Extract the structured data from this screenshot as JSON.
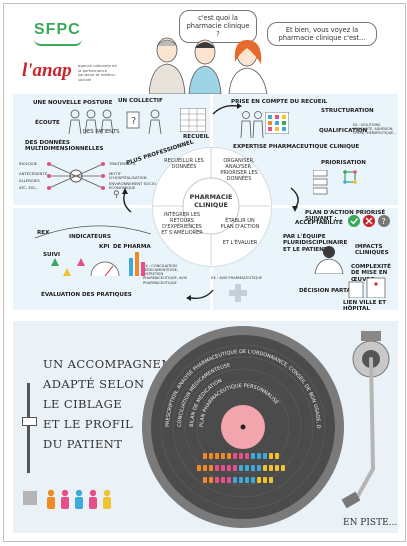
{
  "header": {
    "sfpc_logo": "SFPC",
    "anap_logo": "l'anap",
    "anap_tagline": "agence nationale de la performance sanitaire et médico-sociale",
    "bubble_question": "c'est quoi la pharmacie clinique ?",
    "bubble_answer": "Et bien, vous voyez la pharmacie clinique c'est..."
  },
  "diagram": {
    "center": "PHARMACIE CLINIQUE",
    "center_ring": [
      "RECUEILLIR LES DONNÉES",
      "ORGANISER, ANALYSER, PRIORISER LES DONNÉES",
      "ÉTABLIR UN PLAN D'ACTION",
      "INTÉGRER LES RETOURS D'EXPÉRIENCES ET S'AMÉLIORER"
    ],
    "inner_side": "ET L'ÉVALUER",
    "top_left": {
      "nouvelle_posture": "UNE NOUVELLE POSTURE",
      "collectif": "UN COLLECTIF",
      "ecoute": "ÉCOUTE",
      "patients": "DES PATIENTS",
      "recueil": "RECUEIL",
      "donnees": "DES DONNÉES MULTIDIMENSIONNELLES",
      "plus_pro": "PLUS PROFESSIONNEL",
      "items": [
        "BIOLOGIE",
        "ANTÉCÉDENTS",
        "ALLERGIES",
        "ATC, EIG...",
        "TRAITEMENTS",
        "MOTIF D'HOSPITALISATION",
        "ENVIRONNEMENT SOCIO-ÉCONOMIQUE"
      ]
    },
    "top_right": {
      "prise": "PRISE EN COMPTE DU RECUEIL",
      "structuration": "STRUCTURATION",
      "qualification": "QUALIFICATION",
      "qual_items": "EX : SOLUTIONS, EFFICACITÉ, ADHÉSION, CHOIX THÉRAPEUTIQUE...",
      "expertise": "EXPERTISE PHARMACEUTIQUE CLINIQUE",
      "priorisation": "PRIORISATION",
      "plan": "PLAN D'ACTION PRIORISÉ SUIVANT :",
      "acceptabilite": "ACCEPTABILITÉ",
      "par": "PAR L'ÉQUIPE PLURIDISCIPLINAIRE ET LE PATIENT",
      "impacts": "IMPACTS CLINIQUES",
      "complexite": "COMPLEXITÉ DE MISE EN ŒUVRE",
      "decision": "DÉCISION PARTAGÉE",
      "lien": "LIEN VILLE ET HÔPITAL",
      "ex_conciliation": "EX : CONCILIATION MÉDICAMENTEUSE, ENTRETIEN PHARMACEUTIQUE, AVIS PHARMACEUTIQUE",
      "avis": "EX : AVIS PHARMACEUTIQUE"
    },
    "bottom_left": {
      "rex": "REX",
      "indicateurs": "INDICATEURS",
      "suivi": "SUIVI",
      "kpi": "KPI",
      "pharma": "DE PHARMA",
      "evaluation": "ÉVALUATION DES PRATIQUES"
    }
  },
  "bottom": {
    "lines": [
      "UN ACCOMPAGNEMENT",
      "ADAPTÉ SELON",
      "LE CIBLAGE",
      "ET LE PROFIL",
      "DU PATIENT"
    ],
    "record_tracks": [
      "PRESCRIPTION, ANALYSE PHARMACEUTIQUE DE L'ORDONNANCE, CONSEIL DE BON USAGE, DÉLIVRANCE",
      "CONCILIATION MÉDICAMENTEUSE",
      "BILAN DE MÉDICATION",
      "PLAN PHARMACEUTIQUE PERSONNALISÉ"
    ],
    "en_piste": "EN PISTE..."
  },
  "colors": {
    "panel_bg": "#eaf4fb",
    "sfpc_green": "#3aa85a",
    "anap_red": "#c9232b",
    "record_dark": "#4b4b4b",
    "record_label": "#f3a5ad",
    "orange_persons": "#f08a24",
    "pink_persons": "#e84e8a",
    "blue_persons": "#3fa9d8",
    "yellow_persons": "#f2c230"
  }
}
